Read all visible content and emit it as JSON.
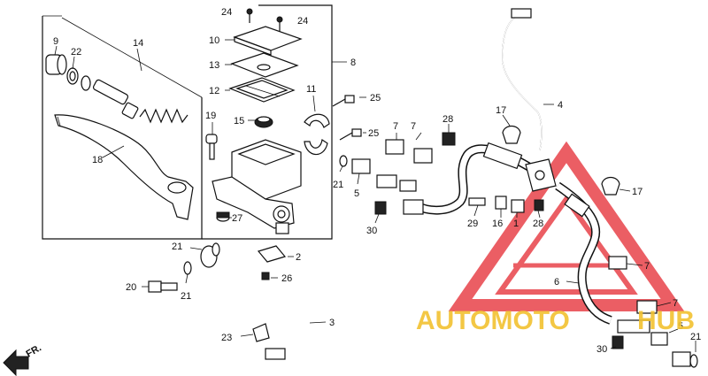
{
  "diagram": {
    "labels": {
      "p1": "1",
      "p2": "2",
      "p4": "4",
      "p5a": "5",
      "p5b": "5",
      "p6": "6",
      "p7a": "7",
      "p7b": "7",
      "p7c": "7",
      "p7d": "7",
      "p8": "8",
      "p9": "9",
      "p10": "10",
      "p11": "11",
      "p12": "12",
      "p13": "13",
      "p14": "14",
      "p15": "15",
      "p16": "16",
      "p17a": "17",
      "p17b": "17",
      "p18": "18",
      "p19": "19",
      "p20": "20",
      "p21a": "21",
      "p21b": "21",
      "p21c": "21",
      "p21d": "21",
      "p22": "22",
      "p23": "23",
      "p24a": "24",
      "p24b": "24",
      "p25a": "25",
      "p25b": "25",
      "p26": "26",
      "p27": "27",
      "p28a": "28",
      "p28b": "28",
      "p29": "29",
      "p30a": "30",
      "p30b": "30",
      "p3": "3"
    },
    "direction": "FR.",
    "watermark": {
      "part1": "AUTOMOTO",
      "part2": "HUB"
    }
  },
  "colors": {
    "watermark_red": "#e8424a",
    "watermark_yellow": "#f2c230",
    "line": "#111111"
  }
}
